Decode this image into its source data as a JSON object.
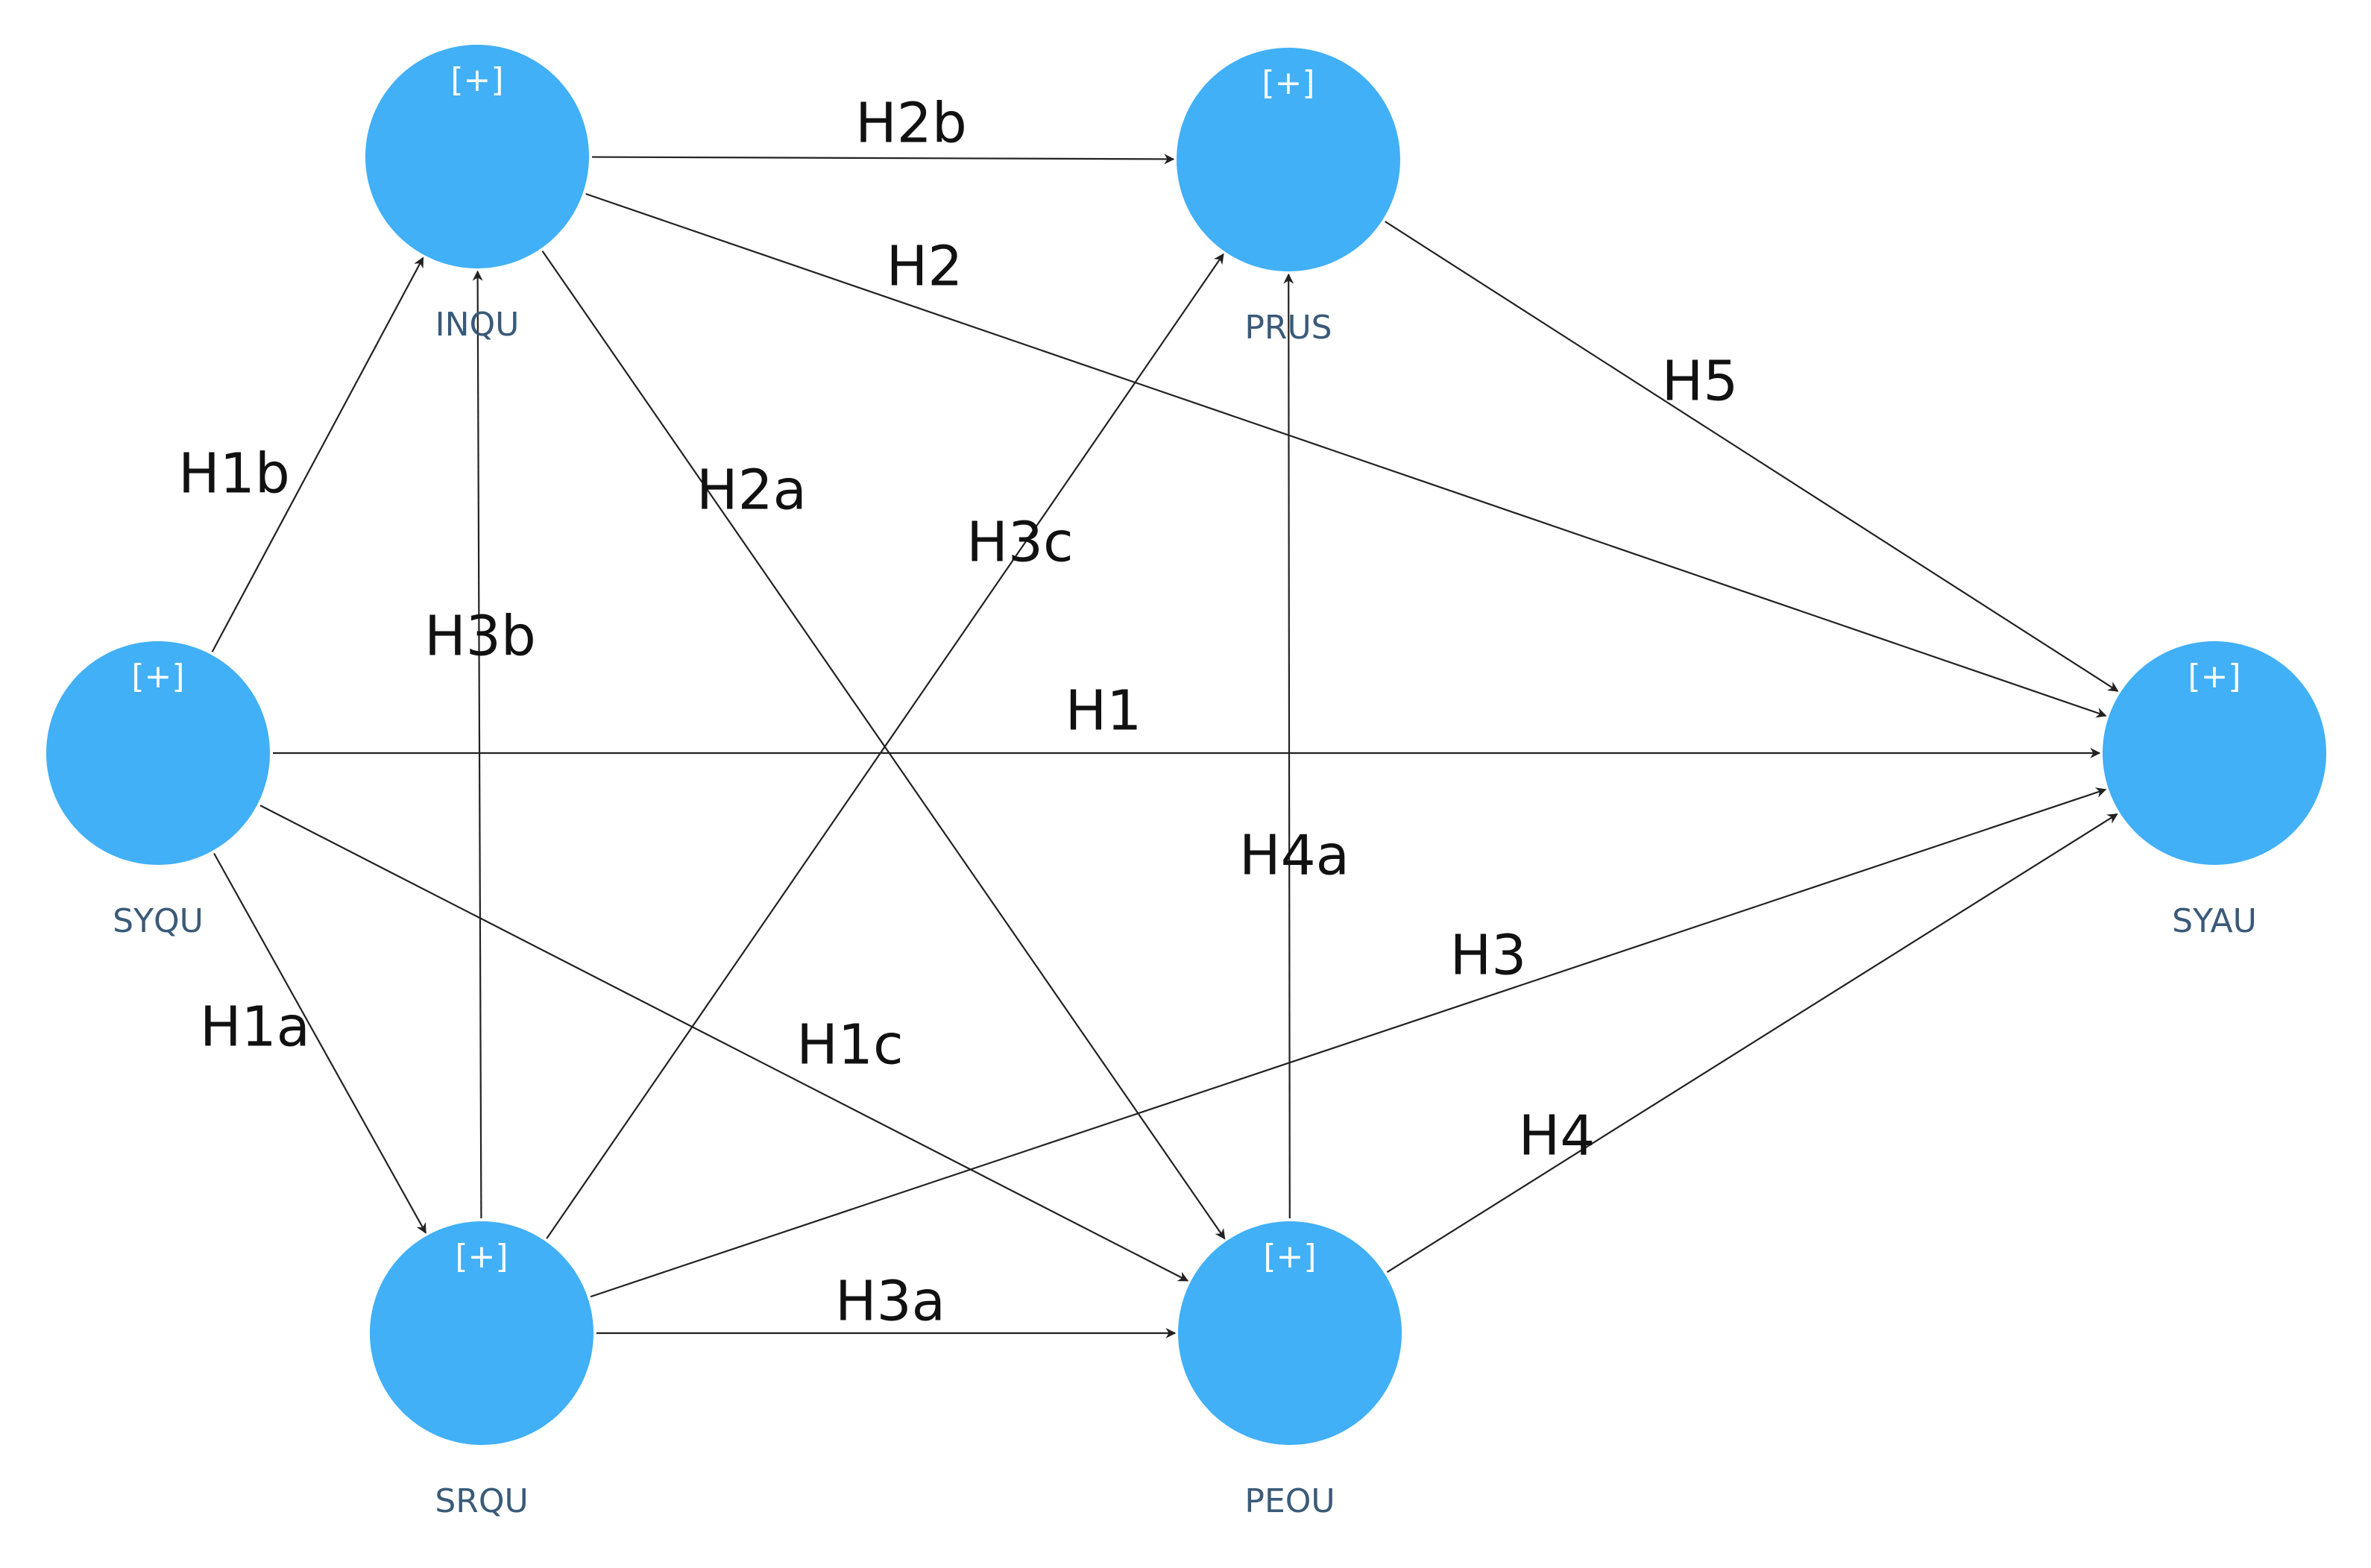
{
  "diagram": {
    "accent_color": "#41b0f6",
    "nodes": [
      {
        "id": "INQU",
        "label": "INQU",
        "marker": "[+]"
      },
      {
        "id": "PRUS",
        "label": "PRUS",
        "marker": "[+]"
      },
      {
        "id": "SYQU",
        "label": "SYQU",
        "marker": "[+]"
      },
      {
        "id": "SYAU",
        "label": "SYAU",
        "marker": "[+]"
      },
      {
        "id": "SRQU",
        "label": "SRQU",
        "marker": "[+]"
      },
      {
        "id": "PEOU",
        "label": "PEOU",
        "marker": "[+]"
      }
    ],
    "edges": [
      {
        "id": "H2b",
        "label": "H2b",
        "from": "INQU",
        "to": "PRUS"
      },
      {
        "id": "H2",
        "label": "H2",
        "from": "INQU",
        "to": "SYAU"
      },
      {
        "id": "H2a",
        "label": "H2a",
        "from": "INQU",
        "to": "PEOU"
      },
      {
        "id": "H5",
        "label": "H5",
        "from": "PRUS",
        "to": "SYAU"
      },
      {
        "id": "H1b",
        "label": "H1b",
        "from": "SYQU",
        "to": "INQU"
      },
      {
        "id": "H1",
        "label": "H1",
        "from": "SYQU",
        "to": "SYAU"
      },
      {
        "id": "H1a",
        "label": "H1a",
        "from": "SYQU",
        "to": "SRQU"
      },
      {
        "id": "H1c",
        "label": "H1c",
        "from": "SYQU",
        "to": "PEOU"
      },
      {
        "id": "H3b",
        "label": "H3b",
        "from": "SRQU",
        "to": "INQU"
      },
      {
        "id": "H3c",
        "label": "H3c",
        "from": "SRQU",
        "to": "PRUS"
      },
      {
        "id": "H3",
        "label": "H3",
        "from": "SRQU",
        "to": "SYAU"
      },
      {
        "id": "H3a",
        "label": "H3a",
        "from": "SRQU",
        "to": "PEOU"
      },
      {
        "id": "H4a",
        "label": "H4a",
        "from": "PEOU",
        "to": "PRUS"
      },
      {
        "id": "H4",
        "label": "H4",
        "from": "PEOU",
        "to": "SYAU"
      }
    ]
  }
}
